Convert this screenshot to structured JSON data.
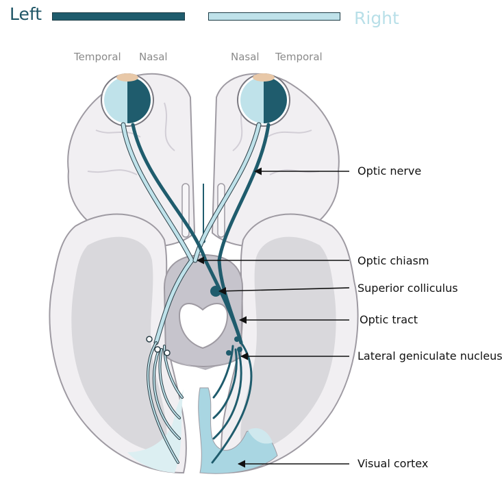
{
  "legend": {
    "left_label": "Left",
    "right_label": "Right",
    "left_color": "#1f5c6d",
    "right_color": "#bfe2ea"
  },
  "eye_labels": {
    "left_temporal": "Temporal",
    "left_nasal": "Nasal",
    "right_nasal": "Nasal",
    "right_temporal": "Temporal"
  },
  "callouts": {
    "optic_nerve": "Optic nerve",
    "optic_chiasm": "Optic chiasm",
    "superior_colliculus": "Superior colliculus",
    "optic_tract": "Optic tract",
    "lateral_geniculate_nucleus": "Lateral geniculate nucleus",
    "visual_cortex": "Visual cortex"
  }
}
